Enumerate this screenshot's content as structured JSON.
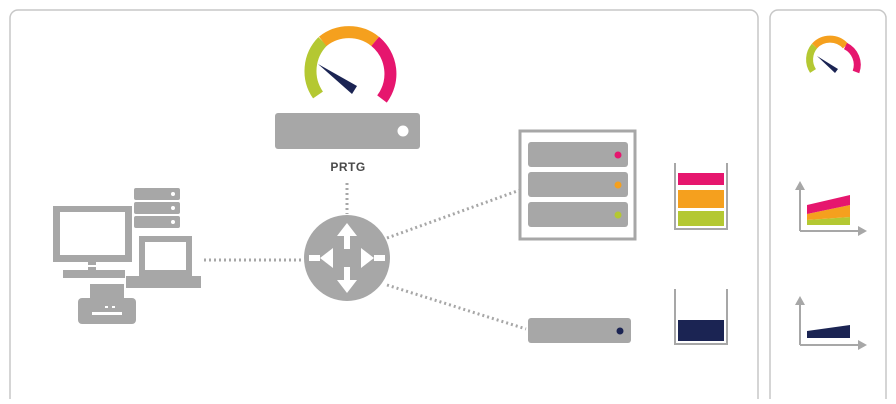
{
  "labels": {
    "prtg": "PRTG"
  },
  "colors": {
    "device_gray": "#a7a7a7",
    "panel_border": "#c7c7c7",
    "dots": "#a7a7a7",
    "gauge_green": "#b4c832",
    "gauge_orange": "#f5a01e",
    "gauge_pink": "#e6166e",
    "needle": "#1b2453",
    "navy": "#1b2453"
  },
  "icons": {
    "probe_server": "prtg-server-icon",
    "router": "router-icon",
    "computers": "workstation-group-icon",
    "server_rack": "server-rack-icon",
    "storage_device": "storage-device-icon",
    "gauge": "speedometer-gauge-icon"
  },
  "indicators": {
    "rack_status_leds": [
      "pink",
      "orange",
      "green"
    ],
    "storage_status_led": "navy",
    "rack_bucket_stack": [
      "pink",
      "orange",
      "green"
    ],
    "storage_bucket_stack": [
      "navy"
    ]
  }
}
